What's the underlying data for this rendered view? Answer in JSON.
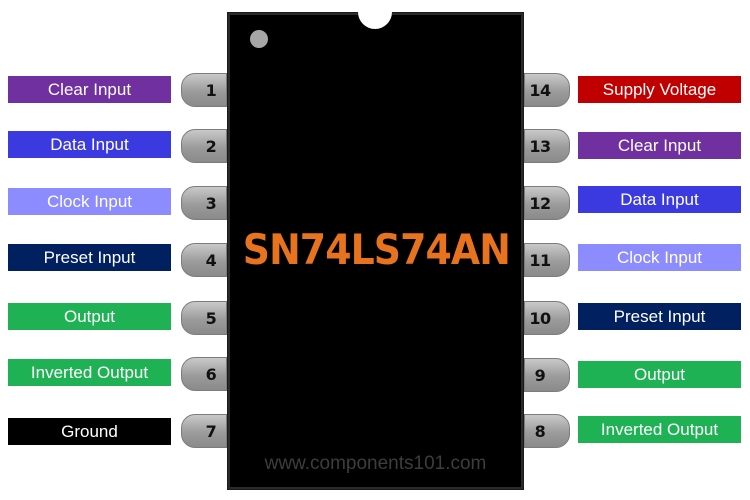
{
  "chip": {
    "name": "SN74LS74AN",
    "watermark": "www.components101.com"
  },
  "left_pins": [
    {
      "number": "1",
      "label": "Clear Input",
      "color": "#7030a0"
    },
    {
      "number": "2",
      "label": "Data Input",
      "color": "#3a3ae0"
    },
    {
      "number": "3",
      "label": "Clock Input",
      "color": "#8c8cff"
    },
    {
      "number": "4",
      "label": "Preset Input",
      "color": "#002060"
    },
    {
      "number": "5",
      "label": "Output",
      "color": "#1fb254"
    },
    {
      "number": "6",
      "label": "Inverted Output",
      "color": "#1fb254"
    },
    {
      "number": "7",
      "label": "Ground",
      "color": "#000000"
    }
  ],
  "right_pins": [
    {
      "number": "14",
      "label": "Supply Voltage",
      "color": "#c00000"
    },
    {
      "number": "13",
      "label": "Clear Input",
      "color": "#7030a0"
    },
    {
      "number": "12",
      "label": "Data Input",
      "color": "#3a3ae0"
    },
    {
      "number": "11",
      "label": "Clock Input",
      "color": "#8c8cff"
    },
    {
      "number": "10",
      "label": "Preset Input",
      "color": "#002060"
    },
    {
      "number": "9",
      "label": "Output",
      "color": "#1fb254"
    },
    {
      "number": "8",
      "label": "Inverted Output",
      "color": "#1fb254"
    }
  ]
}
